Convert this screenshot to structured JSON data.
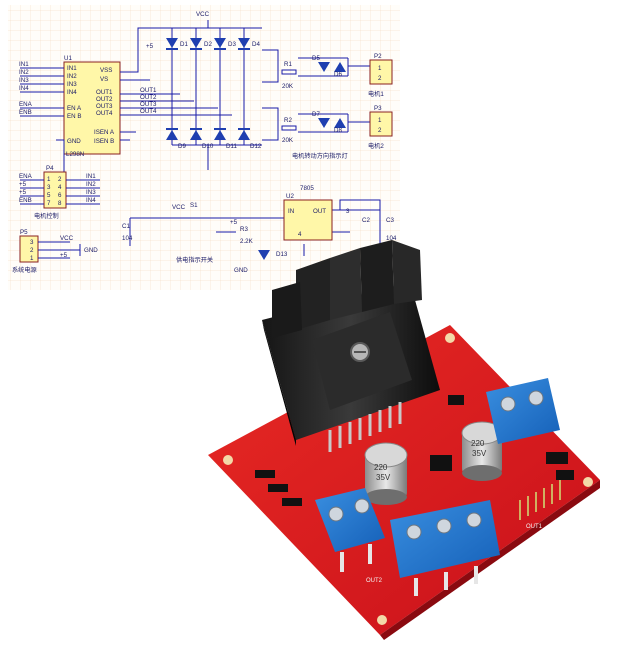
{
  "schematic": {
    "vcc": "VCC",
    "vcc2": "VCC",
    "plus5v": "+5",
    "gnd": "GND",
    "pin3": "3",
    "s1": "S1",
    "d13": "D13",
    "switch_caption": "供电指示开关",
    "indicator_caption": "电机转动方向指示灯",
    "u1": {
      "ref": "U1",
      "name": "L298N",
      "left_pins": [
        "IN1",
        "IN2",
        "IN3",
        "IN4",
        "EN A",
        "EN B",
        "GND"
      ],
      "right_pins": [
        "VSS",
        "VS",
        "OUT1",
        "OUT2",
        "OUT3",
        "OUT4",
        "ISEN A",
        "ISEN B"
      ]
    },
    "inputs": [
      "IN1",
      "IN2",
      "IN3",
      "IN4",
      "ENA",
      "ENB"
    ],
    "outputs": [
      "OUT1",
      "OUT2",
      "OUT3",
      "OUT4"
    ],
    "diodes": [
      "D1",
      "D2",
      "D3",
      "D4",
      "D9",
      "D10",
      "D11",
      "D12"
    ],
    "leds": [
      "D5",
      "D6",
      "D7",
      "D8"
    ],
    "r1": {
      "ref": "R1",
      "value": "20K"
    },
    "r2": {
      "ref": "R2",
      "value": "20K"
    },
    "r3": {
      "ref": "R3",
      "value": "2.2K"
    },
    "p2": {
      "ref": "P2",
      "pins": [
        "1",
        "2"
      ],
      "label": "电机1"
    },
    "p3": {
      "ref": "P3",
      "pins": [
        "1",
        "2"
      ],
      "label": "电机2"
    },
    "p4": {
      "ref": "P4",
      "pins": [
        "1",
        "2",
        "3",
        "4",
        "5",
        "6",
        "7",
        "8"
      ],
      "left": [
        "ENA",
        "+5",
        "+5",
        "ENB"
      ],
      "right": [
        "IN1",
        "IN2",
        "IN3",
        "IN4"
      ],
      "label": "电机控制"
    },
    "p5": {
      "ref": "P5",
      "pins": [
        "3",
        "2",
        "1"
      ],
      "vcc": "VCC",
      "gnd": "GND",
      "plus5": "+5",
      "label": "系统电源"
    },
    "u2": {
      "ref": "U2",
      "part": "7805",
      "in": "IN",
      "out": "OUT",
      "pin_gnd": "4"
    },
    "c1": {
      "ref": "C1",
      "value": "104"
    },
    "c2": {
      "ref": "C2"
    },
    "c3": {
      "ref": "C3",
      "value": "104"
    }
  },
  "board": {
    "cap1": {
      "text1": "220",
      "text2": "35V"
    },
    "cap2": {
      "text1": "220",
      "text2": "35V"
    },
    "out2": "OUT2",
    "out": "OUT1"
  }
}
